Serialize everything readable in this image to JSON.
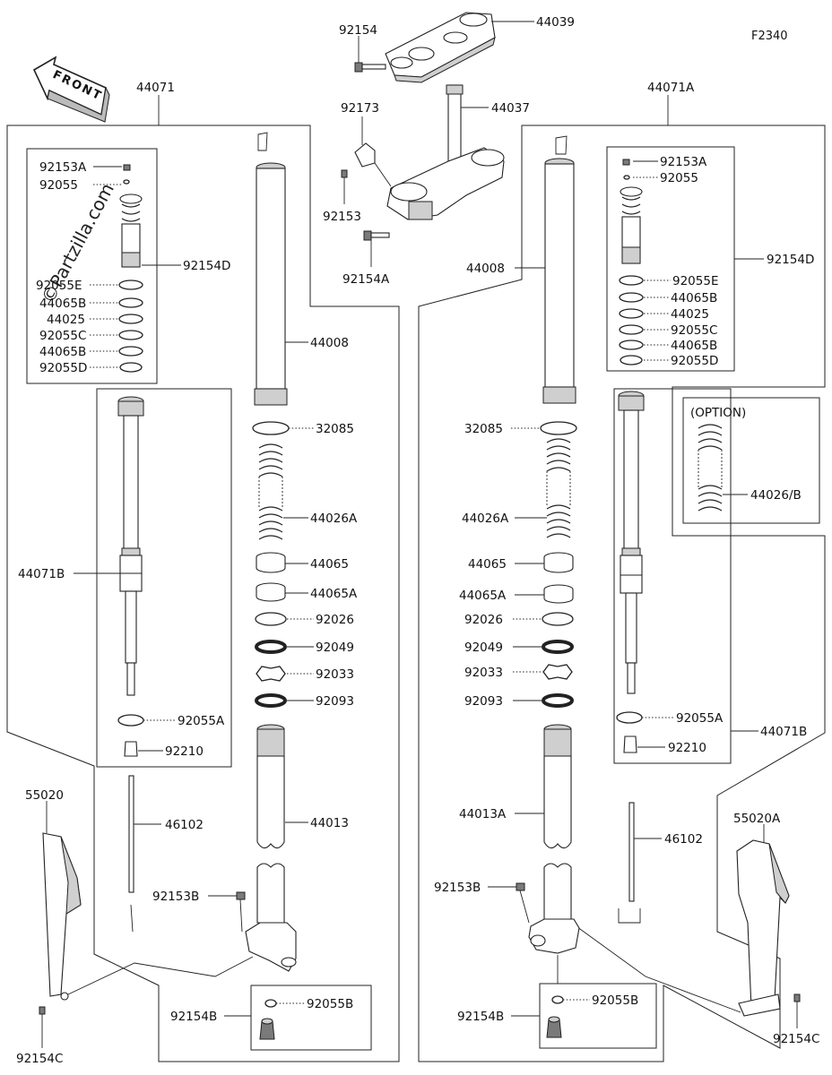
{
  "diagram_code": "F2340",
  "front_arrow": {
    "text": "FRONT"
  },
  "watermark": "©Partzilla.com",
  "option_label": "(OPTION)",
  "labels": {
    "p44039": "44039",
    "p92154_top": "92154",
    "p44037": "44037",
    "p92173": "92173",
    "p92153": "92153",
    "p92154A": "92154A",
    "p44071": "44071",
    "p44071A": "44071A",
    "L_92153A": "92153A",
    "L_92055": "92055",
    "L_92154D": "92154D",
    "L_92055E": "92055E",
    "L_44065B_1": "44065B",
    "L_44025": "44025",
    "L_92055C": "92055C",
    "L_44065B_2": "44065B",
    "L_92055D": "92055D",
    "L_44008": "44008",
    "L_32085": "32085",
    "L_44026A": "44026A",
    "L_44065": "44065",
    "L_44065A": "44065A",
    "L_92026": "92026",
    "L_92049": "92049",
    "L_92033": "92033",
    "L_92093": "92093",
    "L_44071B": "44071B",
    "L_92055A": "92055A",
    "L_92210": "92210",
    "L_55020": "55020",
    "L_46102": "46102",
    "L_44013": "44013",
    "L_92153B": "92153B",
    "L_92055B": "92055B",
    "L_92154B": "92154B",
    "L_92154C": "92154C",
    "R_92153A": "92153A",
    "R_92055": "92055",
    "R_92154D": "92154D",
    "R_92055E": "92055E",
    "R_44065B_1": "44065B",
    "R_44025": "44025",
    "R_92055C": "92055C",
    "R_44065B_2": "44065B",
    "R_92055D": "92055D",
    "R_44008": "44008",
    "R_32085": "32085",
    "R_44026A": "44026A",
    "R_44065": "44065",
    "R_44065A": "44065A",
    "R_92026": "92026",
    "R_92049": "92049",
    "R_92033": "92033",
    "R_92093": "92093",
    "R_44071B": "44071B",
    "R_92055A": "92055A",
    "R_92210": "92210",
    "R_44026B": "44026/B",
    "R_55020A": "55020A",
    "R_46102": "46102",
    "R_44013A": "44013A",
    "R_92153B": "92153B",
    "R_92055B": "92055B",
    "R_92154B": "92154B",
    "R_92154C": "92154C"
  }
}
